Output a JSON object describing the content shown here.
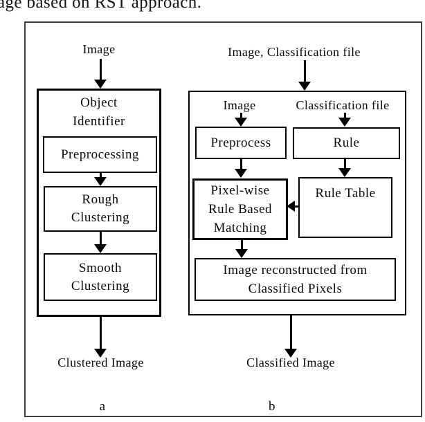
{
  "caption": "age based on RST approach.",
  "colors": {
    "background": "#ffffff",
    "line": "#000000",
    "frame": "#3f3f3f",
    "text": "#0a0a0a"
  },
  "diagram_a": {
    "input": "Image",
    "container_title": "Object\nIdentifier",
    "step_preprocessing": "Preprocessing",
    "step_rough": "Rough\nClustering",
    "step_smooth": "Smooth\nClustering",
    "output": "Clustered Image",
    "tag": "a"
  },
  "diagram_b": {
    "input": "Image, Classification file",
    "branch_image": "Image",
    "branch_classification": "Classification file",
    "box_preprocess": "Preprocess",
    "box_rule": "Rule",
    "box_matching": "Pixel-wise\nRule Based\nMatching",
    "box_rule_table": "Rule Table",
    "box_reconstruct": "Image reconstructed from\nClassified Pixels",
    "output": "Classified Image",
    "tag": "b"
  }
}
